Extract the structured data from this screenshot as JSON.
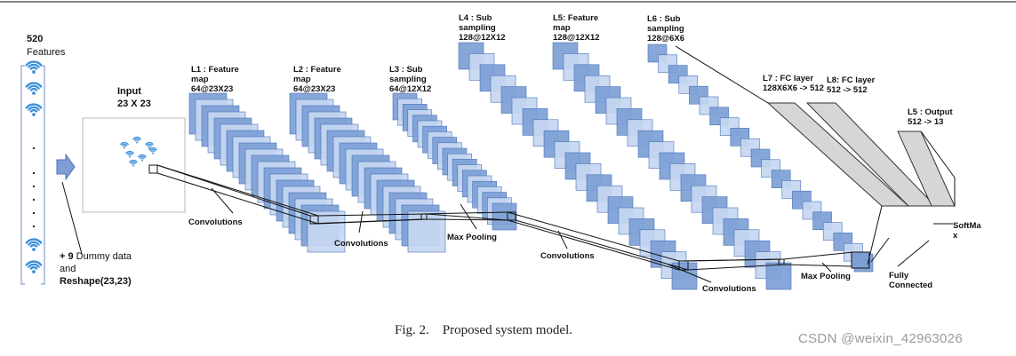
{
  "figure": {
    "features": {
      "count": "520",
      "label": "Features"
    },
    "extras": {
      "prefix": "+ 9",
      "rest": " Dummy data",
      "and": "and",
      "reshape": "Reshape(23,23)"
    },
    "input": {
      "title": "Input",
      "size": "23 X 23"
    },
    "layers": [
      {
        "id": "L1",
        "text": "L1 : Feature\nmap\n64@23X23"
      },
      {
        "id": "L2",
        "text": "L2 : Feature\nmap\n64@23X23"
      },
      {
        "id": "L3",
        "text": "L3 : Sub\nsampling\n64@12X12"
      },
      {
        "id": "L4",
        "text": "L4 : Sub\nsampling\n128@12X12"
      },
      {
        "id": "L5",
        "text": "L5: Feature\nmap\n128@12X12"
      },
      {
        "id": "L6",
        "text": "L6 : Sub\nsampling\n128@6X6"
      },
      {
        "id": "L7",
        "text": "L7 : FC layer\n128X6X6 -> 512"
      },
      {
        "id": "L8",
        "text": "L8: FC layer\n512 -> 512"
      },
      {
        "id": "L9",
        "text": "L5 : Output\n512 -> 13"
      }
    ],
    "operations": {
      "conv1": "Convolutions",
      "conv2": "Convolutions",
      "maxpool1": "Max Pooling",
      "conv3": "Convolutions",
      "conv4": "Convolutions",
      "maxpool2": "Max Pooling",
      "fully_connected": "Fully\nConnected",
      "softmax": "SoftMa\nx"
    },
    "caption": "Fig. 2.    Proposed system model.",
    "watermark": "CSDN @weixin_42963026"
  },
  "colors": {
    "map_edge": "#4a72b8",
    "map_fill_dark": "#7d9fd6",
    "map_fill_light": "#c6d7f1",
    "wifi": "#3a8fd8",
    "fc_fill": "#d6d6d6"
  }
}
